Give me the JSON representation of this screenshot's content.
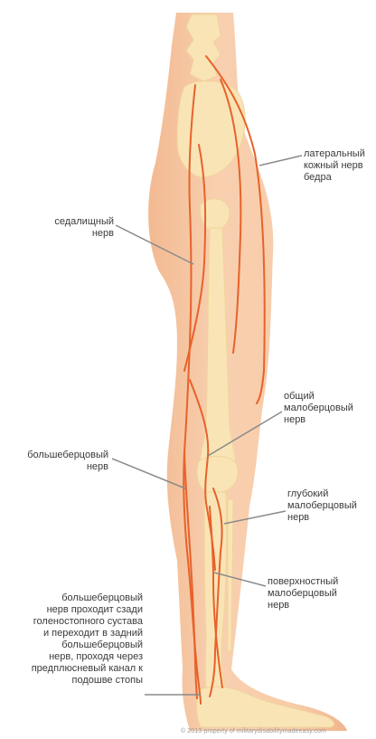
{
  "labels": {
    "lateral_nerve": "латеральный\nкожный нерв\nбедра",
    "sciatic": "седалищный\nнерв",
    "common_peroneal": "общий\nмалоберцовый\nнерв",
    "tibial": "большеберцовый\nнерв",
    "deep_peroneal": "глубокий\nмалоберцовый\nнерв",
    "superficial_peroneal": "поверхностный\nмалоберцовый\nнерв",
    "tibial_ankle": "большеберцовый\nнерв проходит сзади\nголеностопного сустава\nи переходит в задний\nбольшеберцовый\nнерв, проходя через\nпредплюсневый канал к\nподошве стопы"
  },
  "copyright": "© 2013 property of militarydisabilitymadeeasy.com",
  "colors": {
    "skin": "#f6c9a4",
    "skin_shadow": "#f0b48c",
    "bone": "#f9e4b6",
    "nerve": "#e8622a",
    "leader": "#8a8a8a"
  }
}
